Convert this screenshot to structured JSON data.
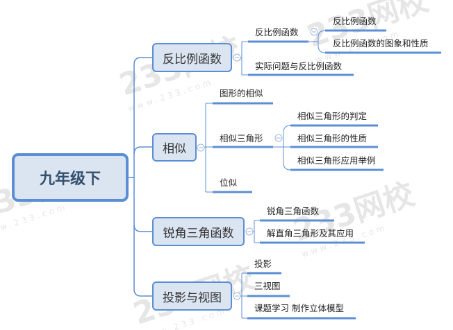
{
  "root": {
    "label": "九年级下"
  },
  "branches": [
    {
      "label": "反比例函数",
      "children": [
        {
          "label": "反比例函数",
          "children": [
            {
              "label": "反比例函数"
            },
            {
              "label": "反比例函数的图象和性质"
            }
          ]
        },
        {
          "label": "实际问题与反比例函数"
        }
      ]
    },
    {
      "label": "相似",
      "children": [
        {
          "label": "图形的相似"
        },
        {
          "label": "相似三角形",
          "children": [
            {
              "label": "相似三角形的判定"
            },
            {
              "label": "相似三角形的性质"
            },
            {
              "label": "相似三角形应用举例"
            }
          ]
        },
        {
          "label": "位似"
        }
      ]
    },
    {
      "label": "锐角三角函数",
      "children": [
        {
          "label": "锐角三角函数"
        },
        {
          "label": "解直角三角形及其应用"
        }
      ]
    },
    {
      "label": "投影与视图",
      "children": [
        {
          "label": "投影"
        },
        {
          "label": "三视图"
        },
        {
          "label": "课题学习 制作立体模型"
        }
      ]
    }
  ],
  "watermark": {
    "brand": "233网校",
    "url": "www.233.com"
  },
  "colors": {
    "line": "#5b8ed4",
    "node_fill": "#dbe5f1"
  }
}
